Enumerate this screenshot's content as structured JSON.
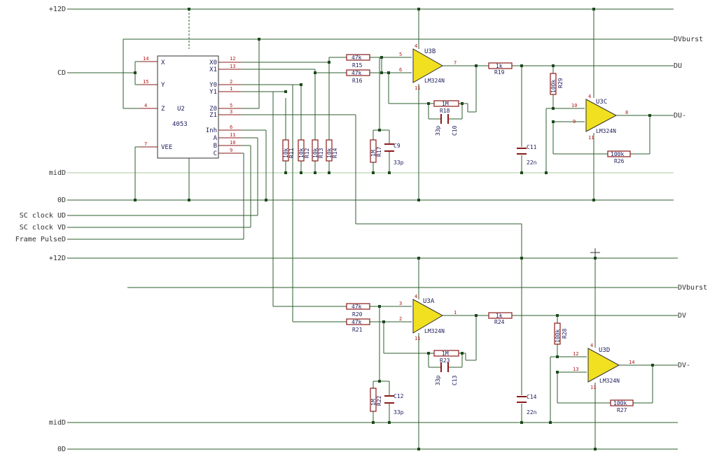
{
  "nets": {
    "p12_top": "+12D",
    "cd": "CD",
    "midd_top": "midD",
    "zero_top": "0D",
    "sc_ud": "SC clock UD",
    "sc_vd": "SC clock VD",
    "frame": "Frame PulseD",
    "p12_bot": "+12D",
    "midd_bot": "midD",
    "zero_bot": "0D",
    "dvburst_top": "DVburst",
    "du": "DU",
    "du_m": "DU-",
    "dvburst_bot": "DVburst",
    "dv": "DV",
    "dv_m": "DV-"
  },
  "u2": {
    "ref": "U2",
    "part": "4053",
    "pins_left": [
      "X",
      "Y",
      "Z",
      "VEE"
    ],
    "pins_right": [
      "X0",
      "X1",
      "Y0",
      "Y1",
      "Z0",
      "Z1",
      "Inh",
      "A",
      "B",
      "C"
    ],
    "pin_nums_left": [
      "14",
      "15",
      "4",
      "7"
    ],
    "pin_nums_right": [
      "12",
      "13",
      "2",
      "1",
      "5",
      "3",
      "6",
      "11",
      "10",
      "9"
    ]
  },
  "opamps": [
    {
      "ref": "U3B",
      "part": "LM324N",
      "in_plus": "5",
      "in_minus": "6",
      "out": "7"
    },
    {
      "ref": "U3C",
      "part": "LM324N",
      "in_plus": "10",
      "in_minus": "9",
      "out": "8"
    },
    {
      "ref": "U3A",
      "part": "LM324N",
      "in_plus": "3",
      "in_minus": "2",
      "out": "1"
    },
    {
      "ref": "U3D",
      "part": "LM324N",
      "in_plus": "12",
      "in_minus": "13",
      "out": "14"
    }
  ],
  "opamp_supply_pins": [
    "4",
    "11"
  ],
  "resistors": [
    {
      "ref": "R15",
      "value": "47k"
    },
    {
      "ref": "R16",
      "value": "47k"
    },
    {
      "ref": "R19",
      "value": "1k"
    },
    {
      "ref": "R18",
      "value": "1M"
    },
    {
      "ref": "R29",
      "value": "100k"
    },
    {
      "ref": "R26",
      "value": "100k"
    },
    {
      "ref": "R11",
      "value": "10k"
    },
    {
      "ref": "R12",
      "value": "10k"
    },
    {
      "ref": "R13",
      "value": "10k"
    },
    {
      "ref": "R14",
      "value": "10k"
    },
    {
      "ref": "R17",
      "value": "1M"
    },
    {
      "ref": "R20",
      "value": "47k"
    },
    {
      "ref": "R21",
      "value": "47k"
    },
    {
      "ref": "R24",
      "value": "1k"
    },
    {
      "ref": "R23",
      "value": "1M"
    },
    {
      "ref": "R28",
      "value": "100k"
    },
    {
      "ref": "R27",
      "value": "100k"
    },
    {
      "ref": "R22",
      "value": "1M"
    }
  ],
  "capacitors": [
    {
      "ref": "C10",
      "value": "33p"
    },
    {
      "ref": "C9",
      "value": "33p"
    },
    {
      "ref": "C11",
      "value": "22n"
    },
    {
      "ref": "C13",
      "value": "33p"
    },
    {
      "ref": "C12",
      "value": "33p"
    },
    {
      "ref": "C14",
      "value": "22n"
    }
  ],
  "colors": {
    "wire": "#2e5e2e",
    "component": "#8b1a1a",
    "opamp_fill": "#f0e020",
    "text": "#303030",
    "junction": "#1e4a1e"
  }
}
